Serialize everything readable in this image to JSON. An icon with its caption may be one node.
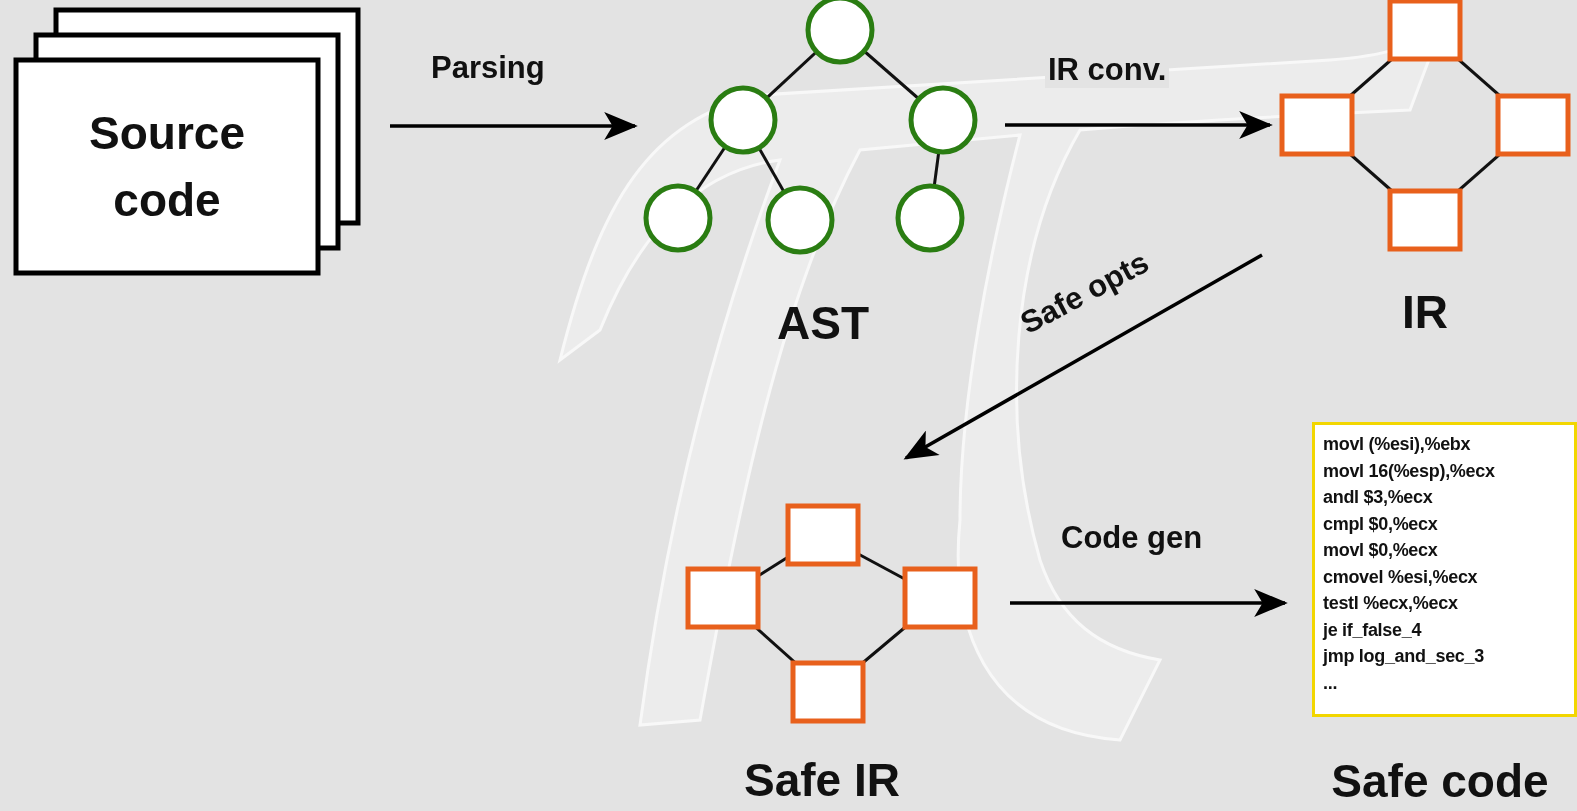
{
  "diagram": {
    "nodes": [
      {
        "text": [
          "Source code"
        ]
      },
      {
        "text": [
          "AST"
        ]
      },
      {
        "text": [
          "IR"
        ]
      },
      {
        "text": [
          "Safe IR"
        ]
      },
      {
        "text": [
          "movl (%esi),%ebx",
          "movl 16(%esp),%ecx",
          "andl $3,%ecx",
          "cmpl $0,%ecx",
          "movl $0,%ecx",
          "cmovel %esi,%ecx",
          "testl %ecx,%ecx",
          "je if_false_4",
          "jmp log_and_sec_3",
          "...",
          "Safe code"
        ]
      }
    ],
    "edges": [
      {
        "from": 0,
        "to": 1,
        "arrow": "to",
        "label": "Parsing"
      },
      {
        "from": 1,
        "to": 2,
        "arrow": "to",
        "label": "IR conv."
      },
      {
        "from": 2,
        "to": 3,
        "arrow": "to",
        "label": "Safe opts"
      },
      {
        "from": 3,
        "to": 4,
        "arrow": "to",
        "label": "Code gen"
      }
    ]
  }
}
